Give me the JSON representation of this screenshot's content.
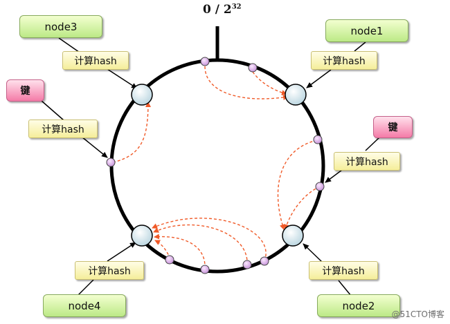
{
  "title": {
    "base": "0 / 2",
    "exponent": "32"
  },
  "nodes": {
    "node1": "node1",
    "node2": "node2",
    "node3": "node3",
    "node4": "node4"
  },
  "hash_label": "计算hash",
  "key_label": "键",
  "watermark": "@51CTO博客",
  "colors": {
    "ring": "#000000",
    "arrow": "#f05a28",
    "node_fill": "#dcecf2",
    "point_fill": "#e2b8ec"
  }
}
